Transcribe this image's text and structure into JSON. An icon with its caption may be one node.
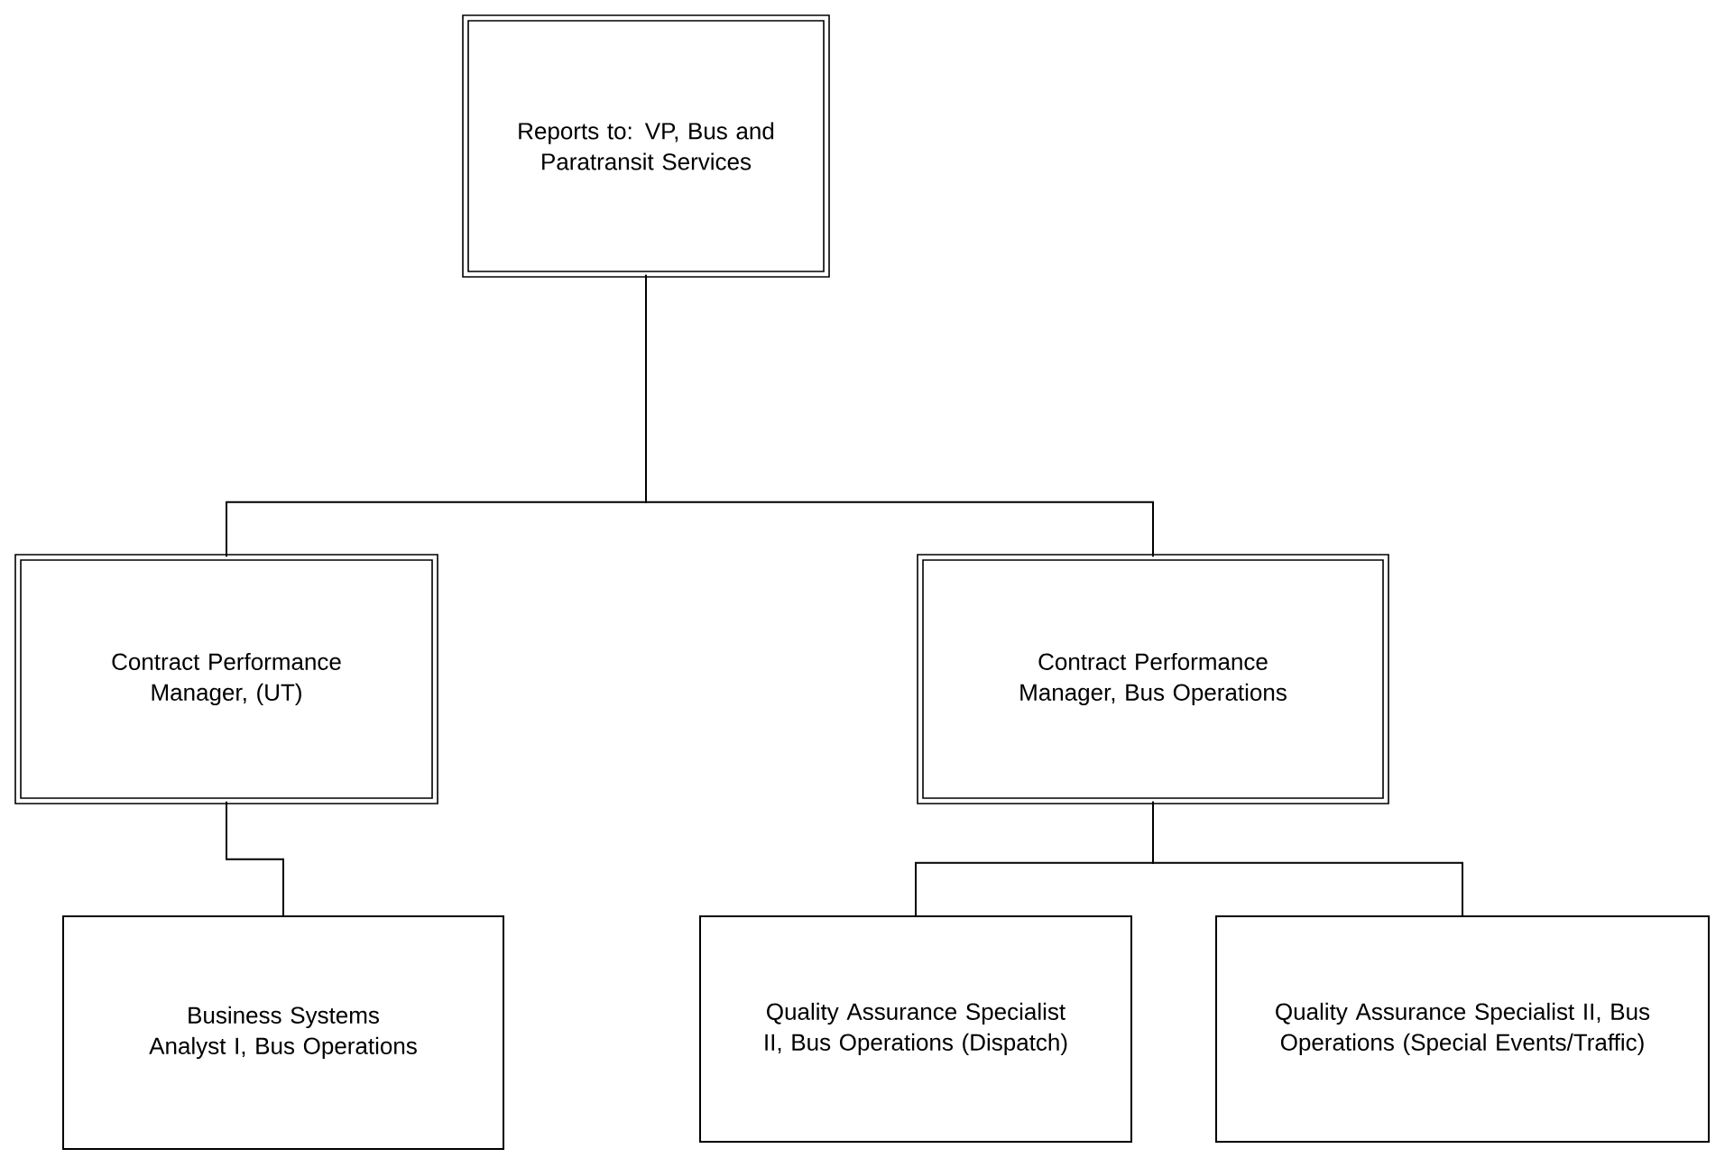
{
  "diagram": {
    "nodes": [
      {
        "text": [
          "Reports to: VP, Bus and Paratransit Services"
        ]
      },
      {
        "text": [
          "Contract Performance Manager, (UT)"
        ]
      },
      {
        "text": [
          "Contract Performance Manager, Bus Operations"
        ]
      },
      {
        "text": [
          "Business Systems Analyst I, Bus Operations"
        ]
      },
      {
        "text": [
          "Quality Assurance Specialist II, Bus Operations (Dispatch)"
        ]
      },
      {
        "text": [
          "Quality Assurance Specialist II, Bus Operations (Special Events/Traffic)"
        ]
      }
    ],
    "edges": [
      {
        "from": 0,
        "to": 1,
        "arrow": "none"
      },
      {
        "from": 0,
        "to": 2,
        "arrow": "none"
      },
      {
        "from": 1,
        "to": 3,
        "arrow": "none"
      },
      {
        "from": 2,
        "to": 4,
        "arrow": "none"
      },
      {
        "from": 2,
        "to": 5,
        "arrow": "none"
      }
    ]
  }
}
